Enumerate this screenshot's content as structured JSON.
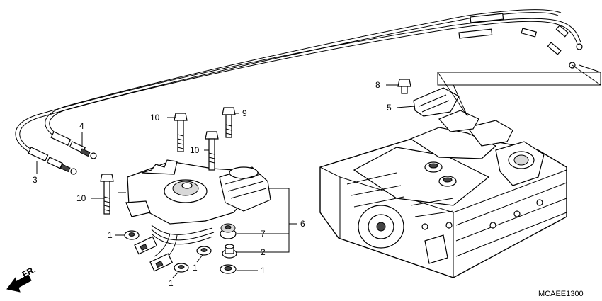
{
  "callouts": [
    {
      "id": "c-10a",
      "text": "10"
    },
    {
      "id": "c-9",
      "text": "9"
    },
    {
      "id": "c-10b",
      "text": "10"
    },
    {
      "id": "c-10c",
      "text": "10"
    },
    {
      "id": "c-4",
      "text": "4"
    },
    {
      "id": "c-3",
      "text": "3"
    },
    {
      "id": "c-8",
      "text": "8"
    },
    {
      "id": "c-5",
      "text": "5"
    },
    {
      "id": "c-6",
      "text": "6"
    },
    {
      "id": "c-7",
      "text": "7"
    },
    {
      "id": "c-2",
      "text": "2"
    },
    {
      "id": "c-1a",
      "text": "1"
    },
    {
      "id": "c-1b",
      "text": "1"
    },
    {
      "id": "c-1c",
      "text": "1"
    },
    {
      "id": "c-1d",
      "text": "1"
    }
  ],
  "direction_label": "FR.",
  "diagram_code": "MCAEE1300"
}
